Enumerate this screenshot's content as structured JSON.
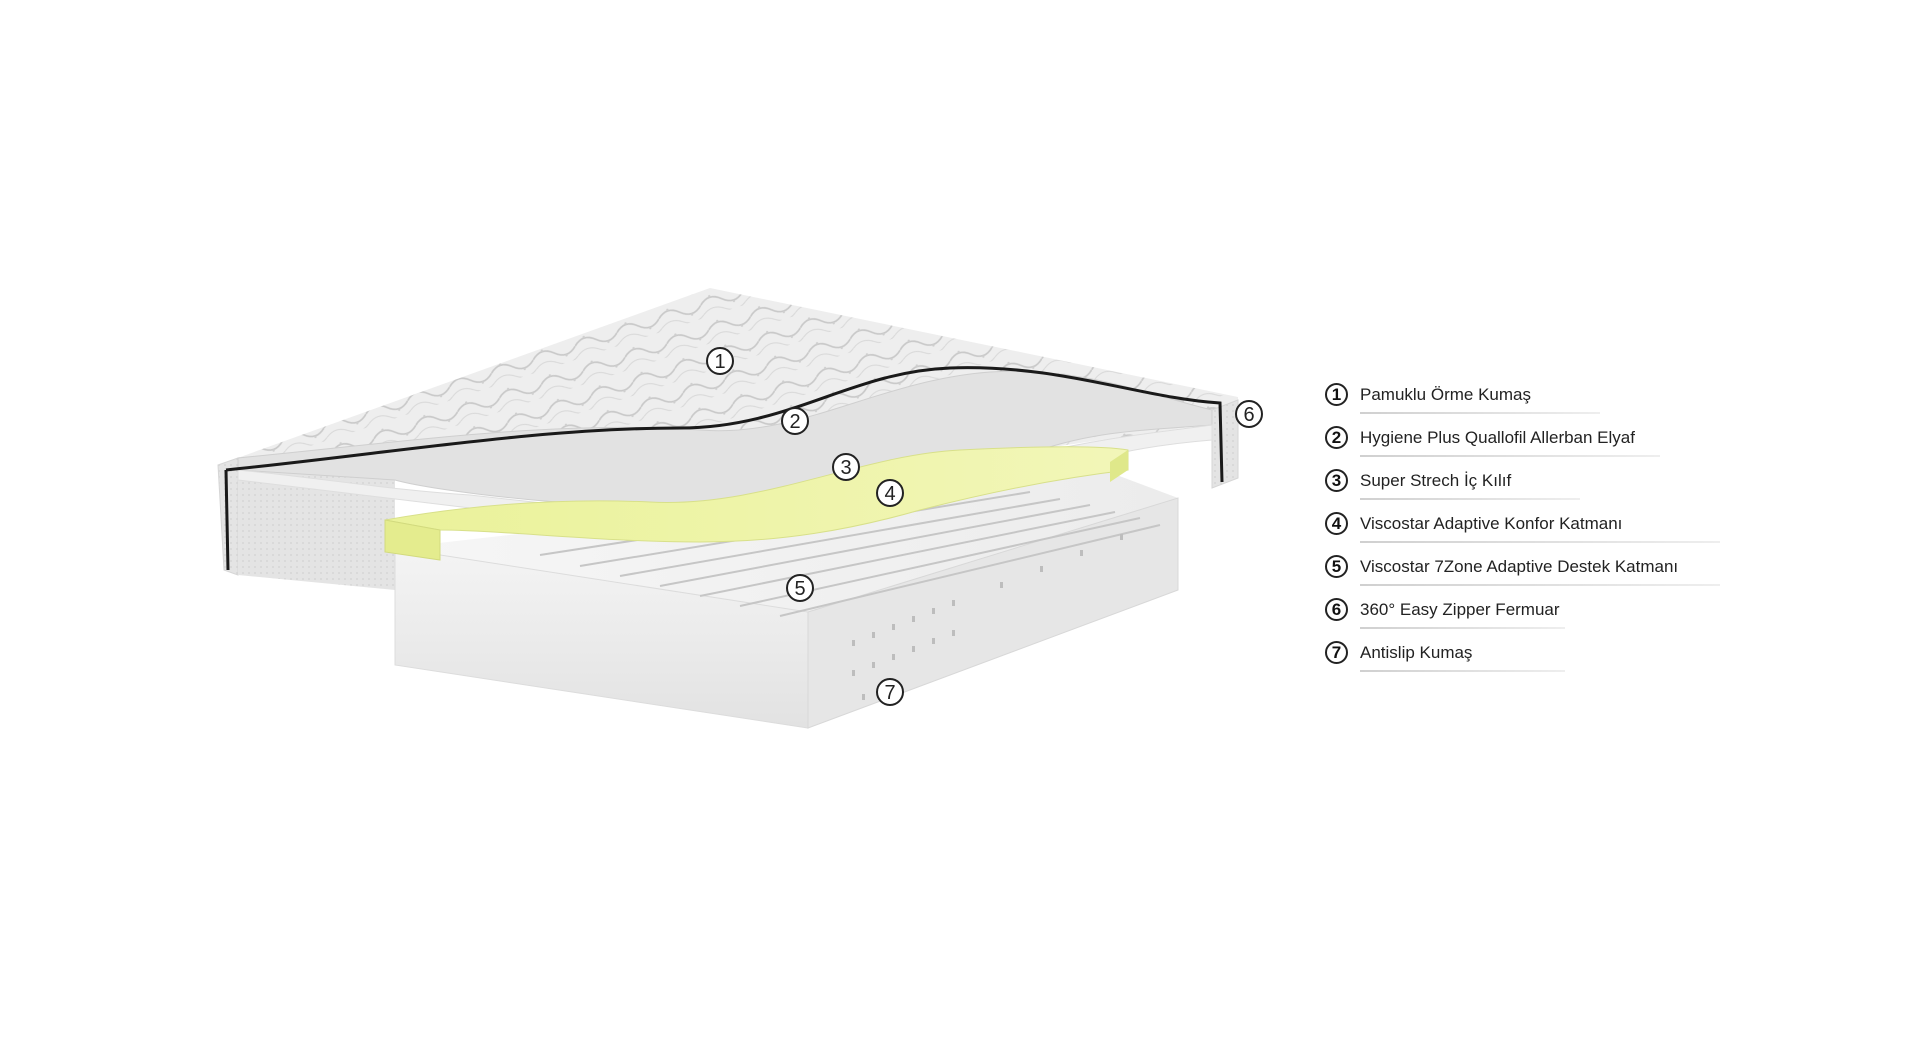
{
  "markers": [
    "1",
    "2",
    "3",
    "4",
    "5",
    "6",
    "7"
  ],
  "legend": [
    {
      "num": "1",
      "label": "Pamuklu Örme Kumaş"
    },
    {
      "num": "2",
      "label": "Hygiene Plus Quallofil Allerban Elyaf"
    },
    {
      "num": "3",
      "label": "Super Strech İç Kılıf"
    },
    {
      "num": "4",
      "label": "Viscostar Adaptive Konfor Katmanı"
    },
    {
      "num": "5",
      "label": "Viscostar 7Zone Adaptive Destek Katmanı"
    },
    {
      "num": "6",
      "label": "360° Easy Zipper Fermuar"
    },
    {
      "num": "7",
      "label": "Antislip Kumaş"
    }
  ],
  "colors": {
    "background": "#ffffff",
    "fabric": "#e8e8e8",
    "foam_yellow": "#eef3a8",
    "foam_white": "#f1f1f1",
    "zipper": "#1a1a1a",
    "text": "#222222"
  }
}
